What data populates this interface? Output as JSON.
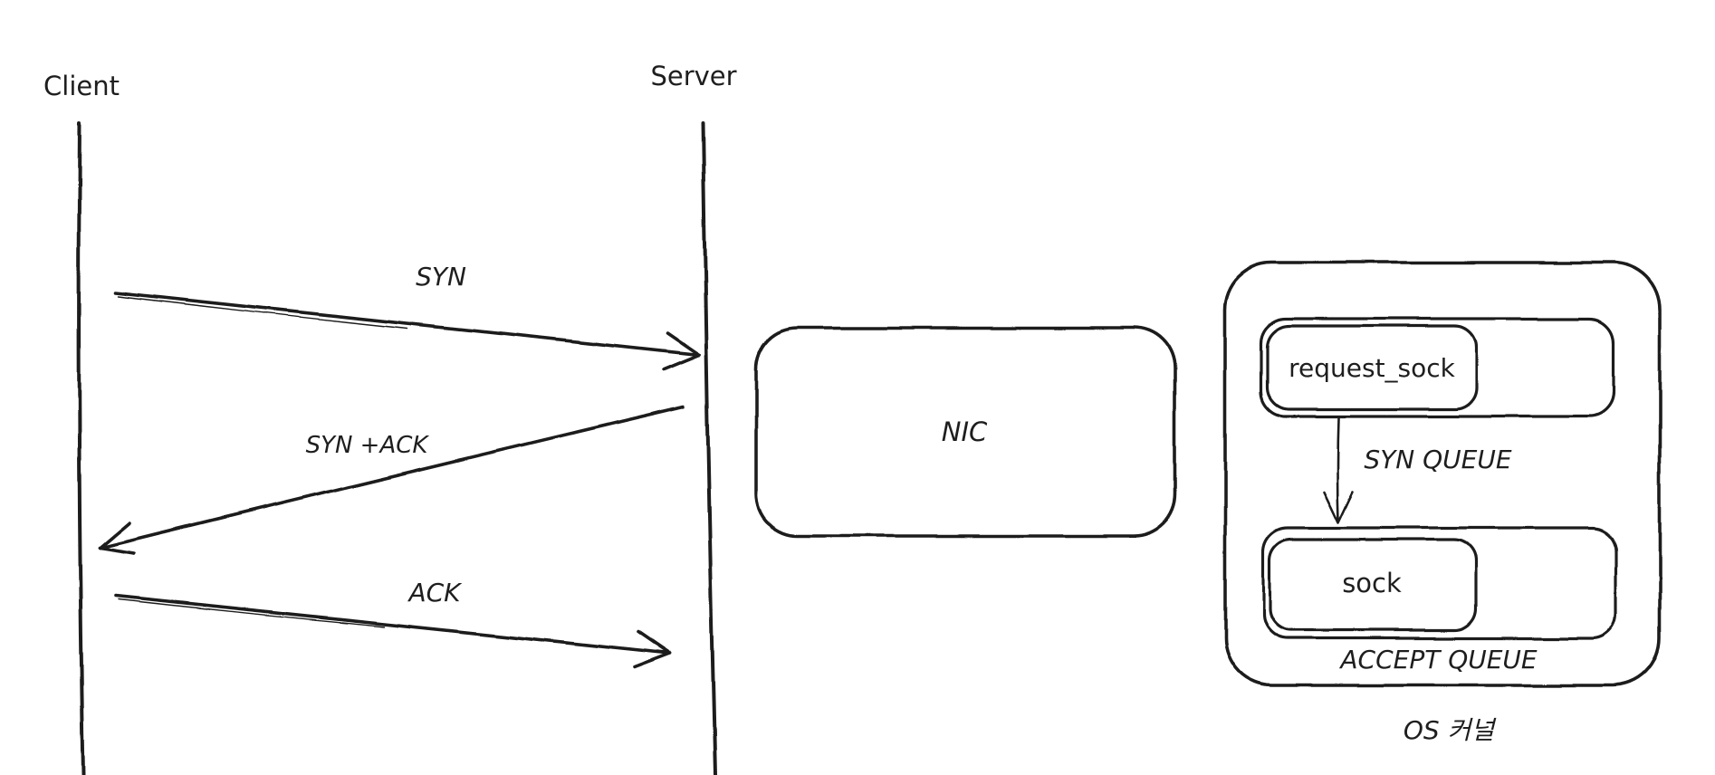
{
  "colors": {
    "ink": "#1e1e1e",
    "background": "#ffffff"
  },
  "sequence": {
    "client_label": "Client",
    "server_label": "Server",
    "messages": [
      {
        "label": "SYN"
      },
      {
        "label": "SYN +ACK"
      },
      {
        "label": "ACK"
      }
    ]
  },
  "server_internals": {
    "nic_label": "NIC",
    "kernel": {
      "label": "OS 커널",
      "syn_queue": {
        "label": "SYN QUEUE",
        "item_label": "request_sock"
      },
      "accept_queue": {
        "label": "ACCEPT QUEUE",
        "item_label": "sock"
      }
    }
  }
}
